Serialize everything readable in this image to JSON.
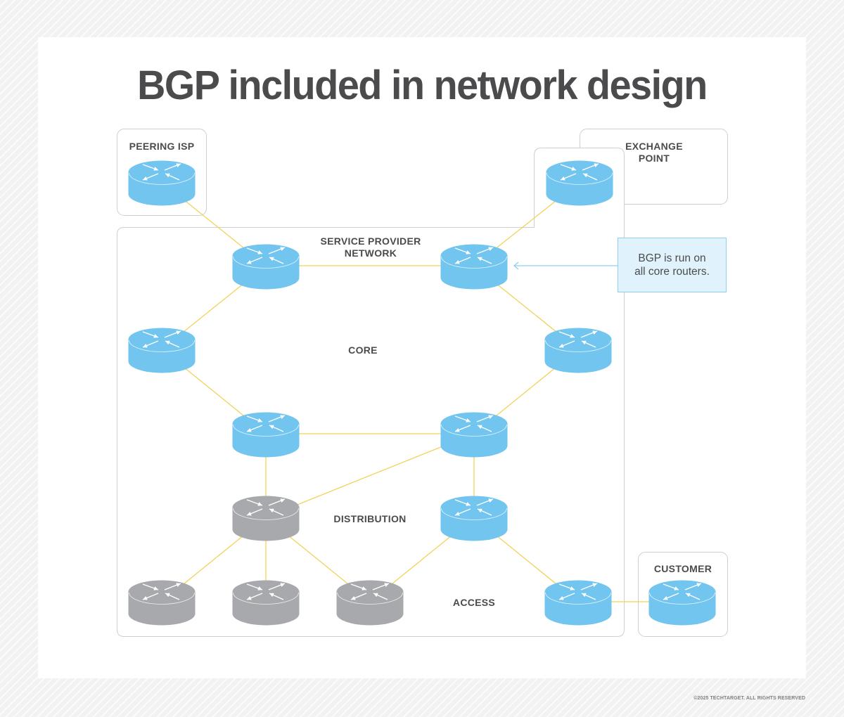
{
  "title": "BGP included in network design",
  "colors": {
    "router_active": "#72c5ef",
    "router_active_side": "#72c5ef",
    "router_inactive": "#a7a9ac",
    "link": "#f2d256",
    "box_border": "#cfcfcf",
    "callout_bg": "#e0f2fc",
    "callout_border": "#8fd0f0",
    "text": "#4b4b4d"
  },
  "regions": {
    "peering_isp": "PEERING ISP",
    "exchange_point_line1": "EXCHANGE",
    "exchange_point_line2": "POINT",
    "service_provider_line1": "SERVICE PROVIDER",
    "service_provider_line2": "NETWORK",
    "customer": "CUSTOMER"
  },
  "layers": {
    "core": "CORE",
    "distribution": "DISTRIBUTION",
    "access": "ACCESS"
  },
  "callout": {
    "line1": "BGP is run on",
    "line2": "all core routers.",
    "points_to": "core-router-top-right"
  },
  "routers": [
    {
      "id": "peering-isp-router",
      "group": "peering-isp",
      "type": "active"
    },
    {
      "id": "exchange-point-router",
      "group": "exchange-point",
      "type": "active"
    },
    {
      "id": "core-router-top-left",
      "group": "core",
      "type": "active"
    },
    {
      "id": "core-router-top-right",
      "group": "core",
      "type": "active"
    },
    {
      "id": "core-router-mid-left",
      "group": "core",
      "type": "active"
    },
    {
      "id": "core-router-mid-right",
      "group": "core",
      "type": "active"
    },
    {
      "id": "core-router-bottom-left",
      "group": "core",
      "type": "active"
    },
    {
      "id": "core-router-bottom-right",
      "group": "core",
      "type": "active"
    },
    {
      "id": "distribution-router-left",
      "group": "distribution",
      "type": "inactive"
    },
    {
      "id": "distribution-router-right",
      "group": "distribution",
      "type": "active"
    },
    {
      "id": "access-router-1",
      "group": "access",
      "type": "inactive"
    },
    {
      "id": "access-router-2",
      "group": "access",
      "type": "inactive"
    },
    {
      "id": "access-router-3",
      "group": "access",
      "type": "inactive"
    },
    {
      "id": "access-router-4",
      "group": "access",
      "type": "active"
    },
    {
      "id": "customer-router",
      "group": "customer",
      "type": "active"
    }
  ],
  "links": [
    [
      "peering-isp-router",
      "core-router-top-left"
    ],
    [
      "exchange-point-router",
      "core-router-top-right"
    ],
    [
      "core-router-top-left",
      "core-router-top-right"
    ],
    [
      "core-router-top-left",
      "core-router-mid-left"
    ],
    [
      "core-router-top-right",
      "core-router-mid-right"
    ],
    [
      "core-router-mid-left",
      "core-router-bottom-left"
    ],
    [
      "core-router-mid-right",
      "core-router-bottom-right"
    ],
    [
      "core-router-bottom-left",
      "core-router-bottom-right"
    ],
    [
      "core-router-bottom-left",
      "distribution-router-left"
    ],
    [
      "core-router-bottom-right",
      "distribution-router-left"
    ],
    [
      "core-router-bottom-right",
      "distribution-router-right"
    ],
    [
      "distribution-router-left",
      "access-router-1"
    ],
    [
      "distribution-router-left",
      "access-router-2"
    ],
    [
      "distribution-router-left",
      "access-router-3"
    ],
    [
      "distribution-router-right",
      "access-router-3"
    ],
    [
      "distribution-router-right",
      "access-router-4"
    ],
    [
      "access-router-4",
      "customer-router"
    ]
  ],
  "copyright": "©2025 TECHTARGET. ALL RIGHTS RESERVED"
}
